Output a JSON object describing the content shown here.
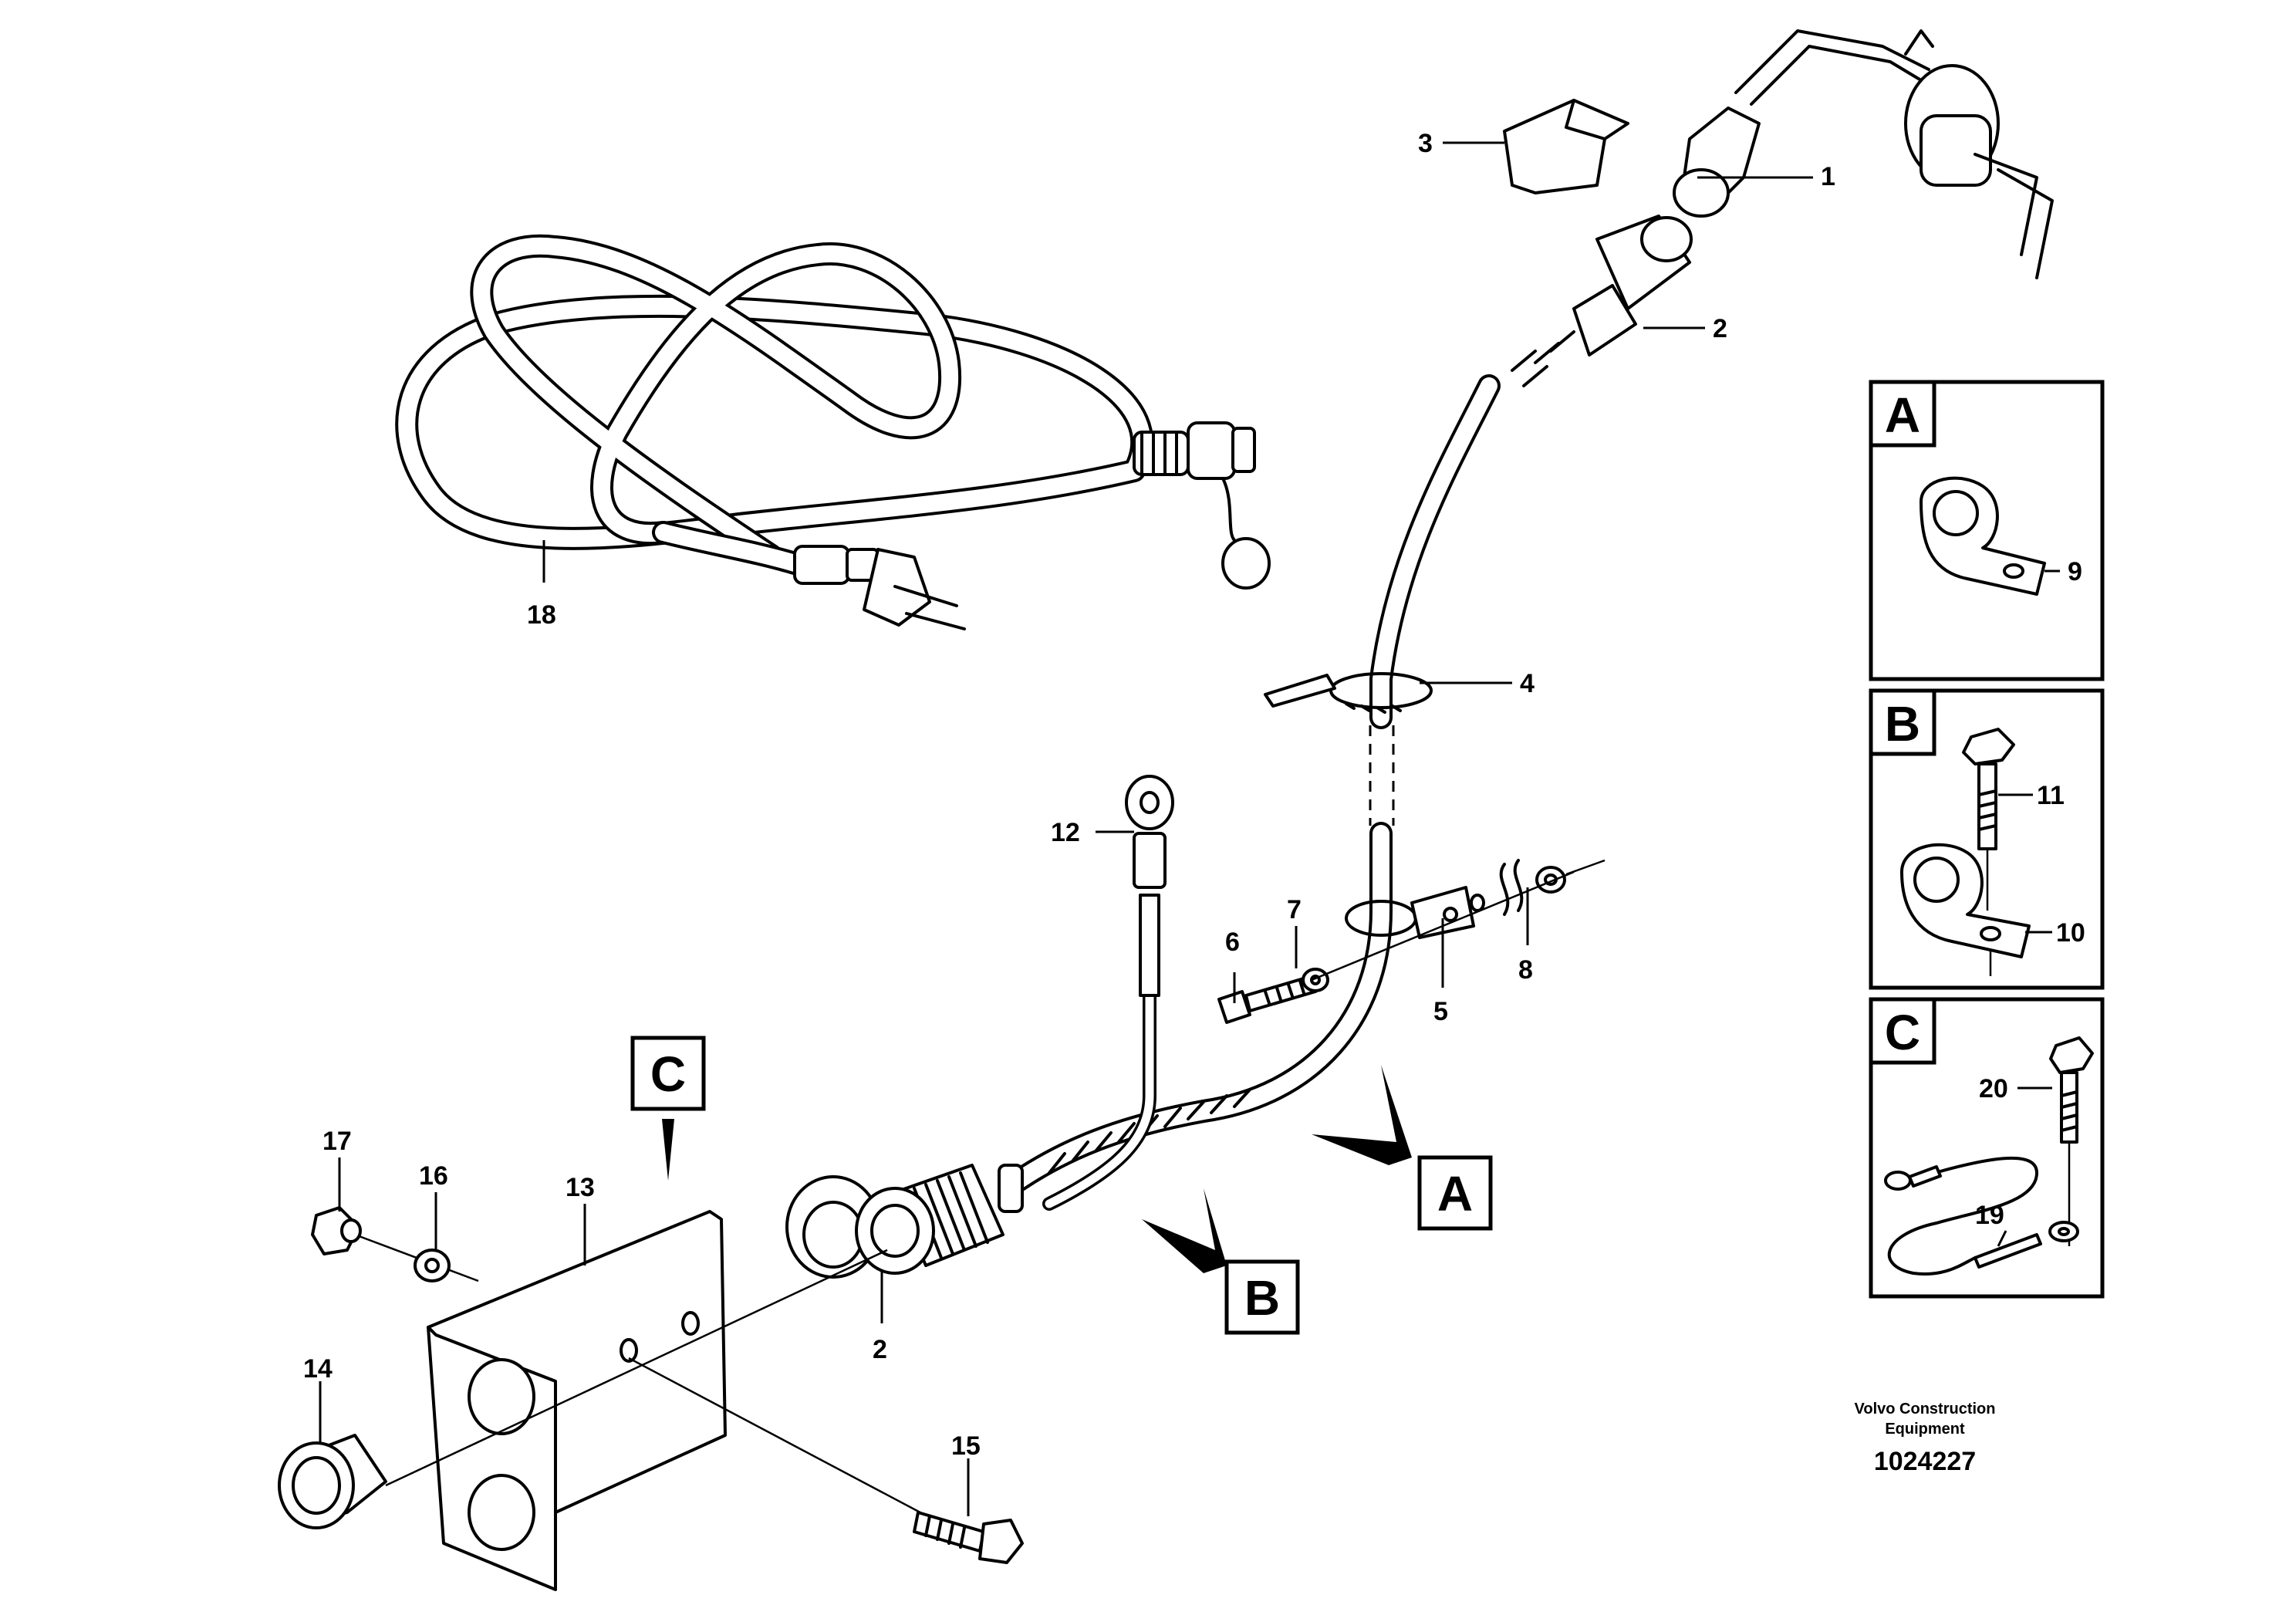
{
  "callouts": [
    "1",
    "2",
    "3",
    "4",
    "5",
    "6",
    "7",
    "8",
    "9",
    "10",
    "11",
    "12",
    "13",
    "14",
    "15",
    "16",
    "17",
    "18",
    "19",
    "20"
  ],
  "detail_boxes": {
    "A": {
      "label": "A",
      "parts": [
        "9"
      ]
    },
    "B": {
      "label": "B",
      "parts": [
        "11",
        "10"
      ]
    },
    "C": {
      "label": "C",
      "parts": [
        "20",
        "19"
      ]
    }
  },
  "view_markers": [
    "A",
    "B",
    "C"
  ],
  "footer": {
    "company_line1": "Volvo Construction",
    "company_line2": "Equipment",
    "drawing_number": "1024227"
  }
}
